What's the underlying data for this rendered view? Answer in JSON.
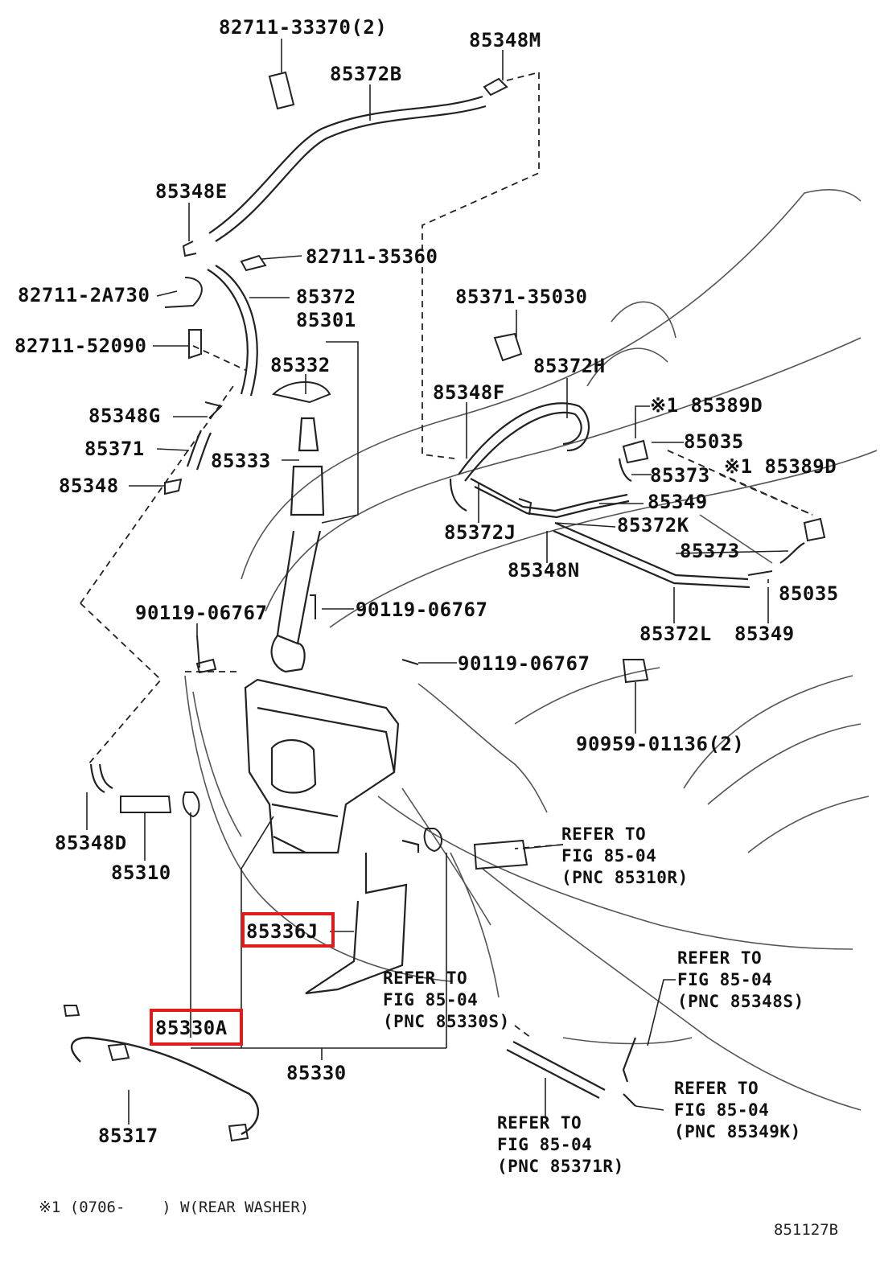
{
  "labels": {
    "p82711_33370": "82711-33370(2)",
    "p85348M": "85348M",
    "p85372B": "85372B",
    "p85348E": "85348E",
    "p82711_35360": "82711-35360",
    "p82711_2A730": "82711-2A730",
    "p85372": "85372",
    "p85301": "85301",
    "p82711_52090": "82711-52090",
    "p85332": "85332",
    "p85371_35030": "85371-35030",
    "p85372H": "85372H",
    "p85348F": "85348F",
    "p85389D_a": "※1 85389D",
    "p85035_a": "85035",
    "p85348G": "85348G",
    "p85371": "85371",
    "p85333": "85333",
    "p85373_a": "85373",
    "p85389D_b": "※1 85389D",
    "p85348": "85348",
    "p85349_a": "85349",
    "p85372J": "85372J",
    "p85372K": "85372K",
    "p85373_b": "85373",
    "p85348N": "85348N",
    "p85035_b": "85035",
    "p90119_a": "90119-06767",
    "p90119_b": "90119-06767",
    "p85372L": "85372L",
    "p85349_b": "85349",
    "p90119_c": "90119-06767",
    "p90959": "90959-01136(2)",
    "p85348D": "85348D",
    "p85310": "85310",
    "p85336J": "85336J",
    "p85330A": "85330A",
    "p85330": "85330",
    "p85317": "85317"
  },
  "refs": {
    "ref_85310R": "REFER TO\nFIG 85-04\n(PNC 85310R)",
    "ref_85348S": "REFER TO\nFIG 85-04\n(PNC 85348S)",
    "ref_85330S": "REFER TO\nFIG 85-04\n(PNC 85330S)",
    "ref_85349K": "REFER TO\nFIG 85-04\n(PNC 85349K)",
    "ref_85371R": "REFER TO\nFIG 85-04\n(PNC 85371R)"
  },
  "footnote": "※1 (0706-    ) W(REAR WASHER)",
  "figure_code": "851127B",
  "highlight_color": "#e21b1b"
}
